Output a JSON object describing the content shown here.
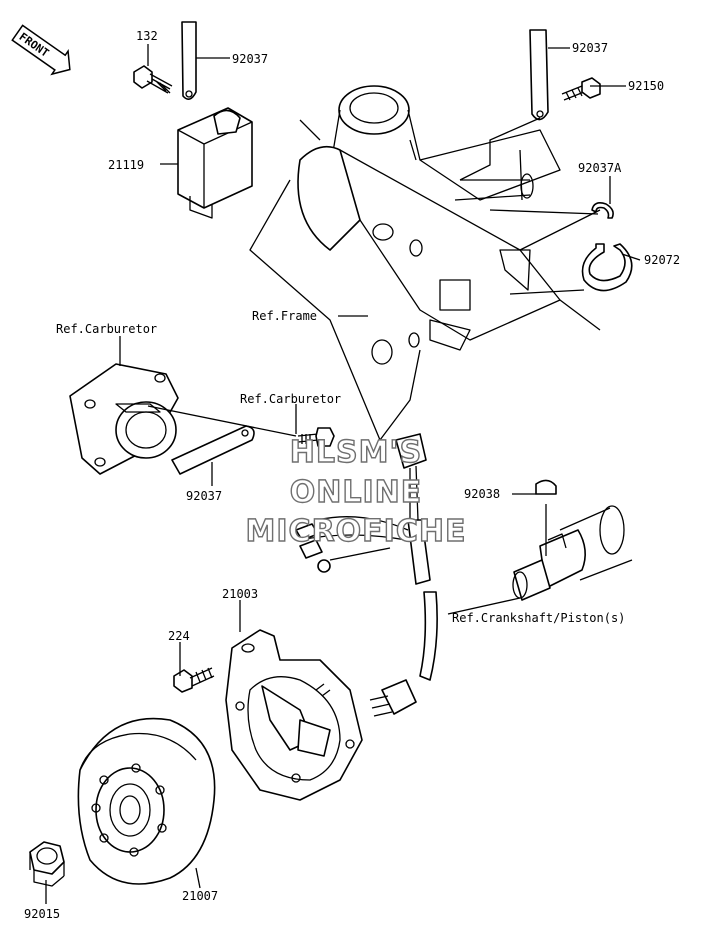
{
  "front_badge": "FRONT",
  "labels": {
    "p132": "132",
    "p92037_top_left": "92037",
    "p21119": "21119",
    "p92037_top_right": "92037",
    "p92150": "92150",
    "p92037A": "92037A",
    "p92072": "92072",
    "ref_frame": "Ref.Frame",
    "ref_carburetor_left": "Ref.Carburetor",
    "ref_carburetor_mid": "Ref.Carburetor",
    "p92037_mid": "92037",
    "p92038": "92038",
    "ref_crankshaft": "Ref.Crankshaft/Piston(s)",
    "p21003": "21003",
    "p224": "224",
    "p21007": "21007",
    "p92015": "92015"
  },
  "watermark": {
    "line1": "HLSM'S",
    "line2": "ONLINE",
    "line3": "MICROFICHE"
  },
  "colors": {
    "ink": "#000000",
    "paper": "#ffffff",
    "watermark_outline": "#6f6f6f"
  }
}
